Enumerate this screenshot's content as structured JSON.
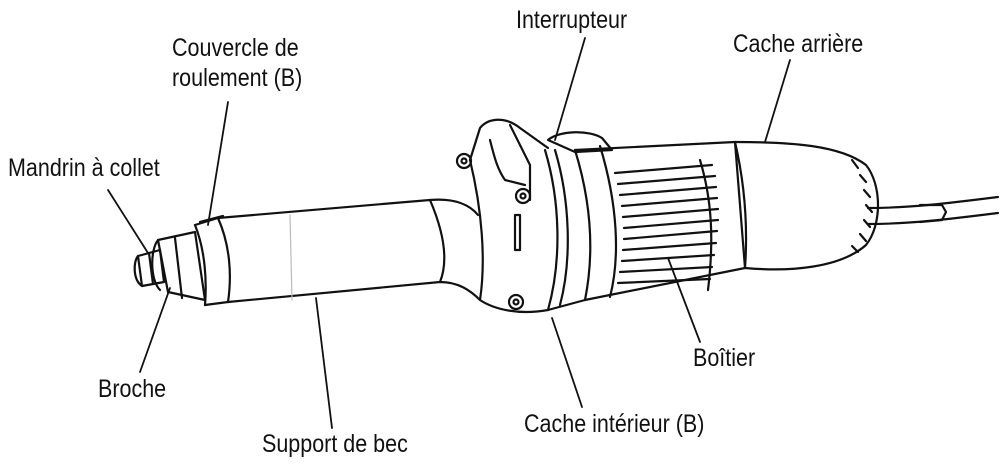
{
  "labels": {
    "couvercle_line1": "Couvercle de",
    "couvercle_line2": "roulement (B)",
    "interrupteur": "Interrupteur",
    "cache_arriere": "Cache arrière",
    "mandrin": "Mandrin à collet",
    "broche": "Broche",
    "boitier": "Boîtier",
    "cache_interieur": "Cache intérieur (B)",
    "support": "Support de bec"
  }
}
